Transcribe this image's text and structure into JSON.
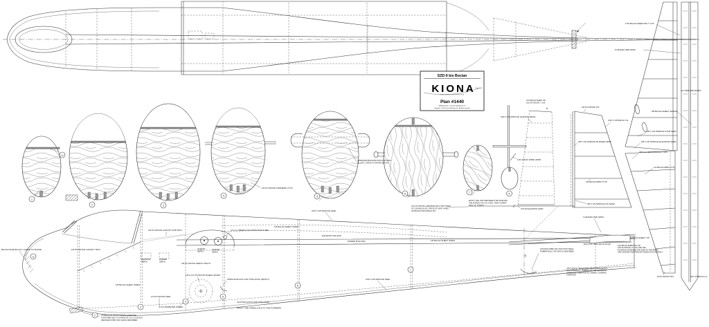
{
  "title_block": {
    "model": "SZD-9 bis Bocian",
    "brand": "KIONA",
    "tagline": "PUBLISHING ENTERPRISES",
    "page_note": "Page 1 of 2",
    "plan_number": "Plan #1440",
    "contact": "(888) 823-0456  -  www.kionapublishing.com",
    "copyright": "Copyright © 2005 Kiona Publishing, Inc. All rights reserved."
  },
  "part_tags": {
    "f1": "1",
    "f1a": "1a",
    "f2": "2",
    "f3": "3",
    "f4": "4",
    "f5": "5",
    "f6": "6",
    "f7": "7",
    "fa": "A",
    "s1a": "1a",
    "s2": "2",
    "s3": "3",
    "s4": "4",
    "s5": "5",
    "s6": "6",
    "s7": "7",
    "sa": "A",
    "fin_a": "A"
  },
  "labels": {
    "balsa_sheeting_tb": "1/16 BALSA SHEETING T. & B.",
    "hinges_per_spar_6": "6 HINGES PER SPAR",
    "trim_tab_spars": "1/4 TRIM TAB SPARS",
    "balsa_sheet_hinge": "3/8 BALSA SHEET (HINGE)",
    "stab_spar": "3/8 X 1/8 SPRUCE STAB SPAR",
    "elevator_spar": "3/8 X 1/8 SPRUCE ELEVATOR SPAR",
    "balsa_block_tips": "3/8 X 1/4 BALSA BLOCK TIPS",
    "balsa_ribs_quarter": "1/4 BALSA RIBS (TYP)",
    "fin_sheet": [
      "1/16 BALSA SHEET OR",
      "1/16 PLYWOOD, T. & B."
    ],
    "plywood_tip": "1/8 PLYWOOD TIP",
    "balsa_te": "3/16 X 1/8 BALSA T.E.",
    "spruce_le": "3/16 X 3/8 SPRUCE LEADING EDGE",
    "rudder_spar": "3/8 X 1/8 SPRUCE RUDDER SPAR",
    "balsa_ribs_eighth": "1/8 BALSA RIBS (TYP)",
    "fin_spar": "3/8 X 1/8 SPRUCE FIN SPAR",
    "fin_elevator_horn": "1/32 FIN ELEVATOR HORN",
    "piano_wire_horn": "1/32 PIANO WIRE HORN",
    "plywood_formers": "1/8 PLYWOOD FORMERS (TYP)",
    "wing_fillets": [
      "LAMINATED BALSA BLOCKS FOR WING",
      "FILLETS, CARVE TO SHAPE (EPOXY)"
    ],
    "dorsal_fin_note": [
      "1/16 PLYWOOD LAMINATED WITH TWO SIDES",
      "OF 1/16 BALSA OR 1 PIECE OF VERY HARD",
      "1/8 BALSA FOR DORSAL FIN"
    ],
    "stab_joint_note": [
      "EPOXY THE JOINT BETWEEN THE STAB AND",
      "THE DORSAL FIN, AS IT WILL TAKE A GREAT",
      "DEAL OF STRESS"
    ],
    "nose_block": "BALSA NOSE BLOCK, CARVE TO SHAPE",
    "canopy_tray": "1/8 PLYWOOD CANOPY TRAY",
    "canopy_sub_tray": "1/8 PLYWOOD CANOPY SUB TRAY",
    "sheet_sides": "1/8 BALSA SHEET SIDES",
    "plywood_keel": "1/4 PLYWOOD KEEL",
    "elevator_servo": [
      "ELEVATOR",
      "SERVO"
    ],
    "rudder_servo": [
      "RUDDER",
      "SERVO"
    ],
    "aileron_servo": [
      "AILERON",
      "SERVO"
    ],
    "spoiler_servo": [
      "SPOILER",
      "SERVO"
    ],
    "servo_trays": "1/8 PLYWOOD SERVO TRAYS",
    "wing_rod_tube": "1/4 I.D. FIBERGLASS WING ROD TUBE",
    "wheel_spars": "1/8 & 1/2 PLYWOOD WHEEL SPARS",
    "tow_hook_block": "SPRUCE BLOCK FOR TOW HOOK (EPOXY)",
    "wheel_dia": "2-1/4 DIAMETER WHEEL",
    "custom_hook": "CUSTOM HOOK FOR TOW HOOK",
    "axle_note": "EPOXY THE WHEEL AXLE TO THE FORMERS",
    "shock_note": [
      "2 PIECES OF 1/16 PLYWOOD LAMINATED",
      "TOGETHER AND TO A PIECE OF 1/2 X 1/2 BLACK",
      "WEATHER STRIP FOR SHOCK ABSORBER"
    ],
    "elevator_push_rod": "ELEVATOR PUSH ROD",
    "rudder_push_rod": "RUDDER PUSH ROD",
    "spruce_keel": "3/16 X 3/8 SPRUCE KEEL",
    "hinges_per_spar_3": "3 HINGES PER SPAR",
    "balsa_fillet_block": "BLOCK OF HARD BALSA FILLET",
    "tail_skid": [
      "1/8 PIANO WIRE TAIL SKID WITH SMALL",
      "RUBBER BALL FOR SHOCK ABSORBER"
    ],
    "adhesive_note": [
      "\"HOT STUFF\" SHOULD BE USED THROUGHOUT",
      "FOR STRENGTH. \"FABRIKOTE\" OR \"COVERITE\"",
      "SHOULD BE USED FOR ALL FABRIC COVERED",
      "SURFACES"
    ],
    "balsa_sheet_tip": "3/8 BALSA SHEET TIP",
    "covering_note": [
      "1/16 BALSA SHEETING OR",
      "1/64 PLYWOOD. IF YOU USE THE",
      "PLYWOOD INCREASE THE SIZE OF THE SPARS",
      "AND LEADING AND TRAILING EDGES ACCORDINGLY"
    ],
    "plywood_tips": "1/8 PLYWOOD TIPS",
    "balsa_le": "3/8 X 3/8 BALSA L.E."
  }
}
